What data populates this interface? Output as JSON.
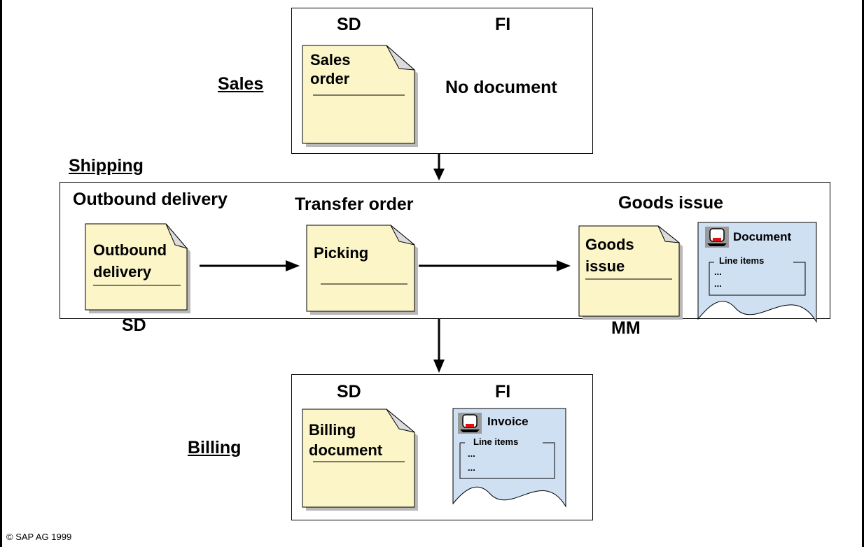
{
  "sales": {
    "label": "Sales",
    "col_sd": "SD",
    "col_fi": "FI",
    "doc_line1": "Sales",
    "doc_line2": "order",
    "fi_text": "No document"
  },
  "shipping": {
    "label": "Shipping",
    "outbound_heading": "Outbound delivery",
    "transfer_heading": "Transfer order",
    "goods_heading": "Goods issue",
    "outbound_doc_line1": "Outbound",
    "outbound_doc_line2": "delivery",
    "outbound_caption": "SD",
    "picking_doc": "Picking",
    "goods_doc_line1": "Goods",
    "goods_doc_line2": "issue",
    "goods_caption": "MM",
    "fi_doc_title": "Document",
    "fi_doc_items": "Line items",
    "fi_doc_dots1": "...",
    "fi_doc_dots2": "..."
  },
  "billing": {
    "label": "Billing",
    "col_sd": "SD",
    "col_fi": "FI",
    "doc_line1": "Billing",
    "doc_line2": "document",
    "fi_doc_title": "Invoice",
    "fi_doc_items": "Line items",
    "fi_doc_dots1": "...",
    "fi_doc_dots2": "..."
  },
  "footer": {
    "copyright": "SAP AG 1999"
  },
  "colors": {
    "paper": "#fbf5c8",
    "paper_shadow": "#b9b9b9",
    "fi_doc": "#cfe0f2",
    "fold": "#dcdcdc"
  },
  "icons": {
    "fi_icon": "sap-system-icon"
  }
}
